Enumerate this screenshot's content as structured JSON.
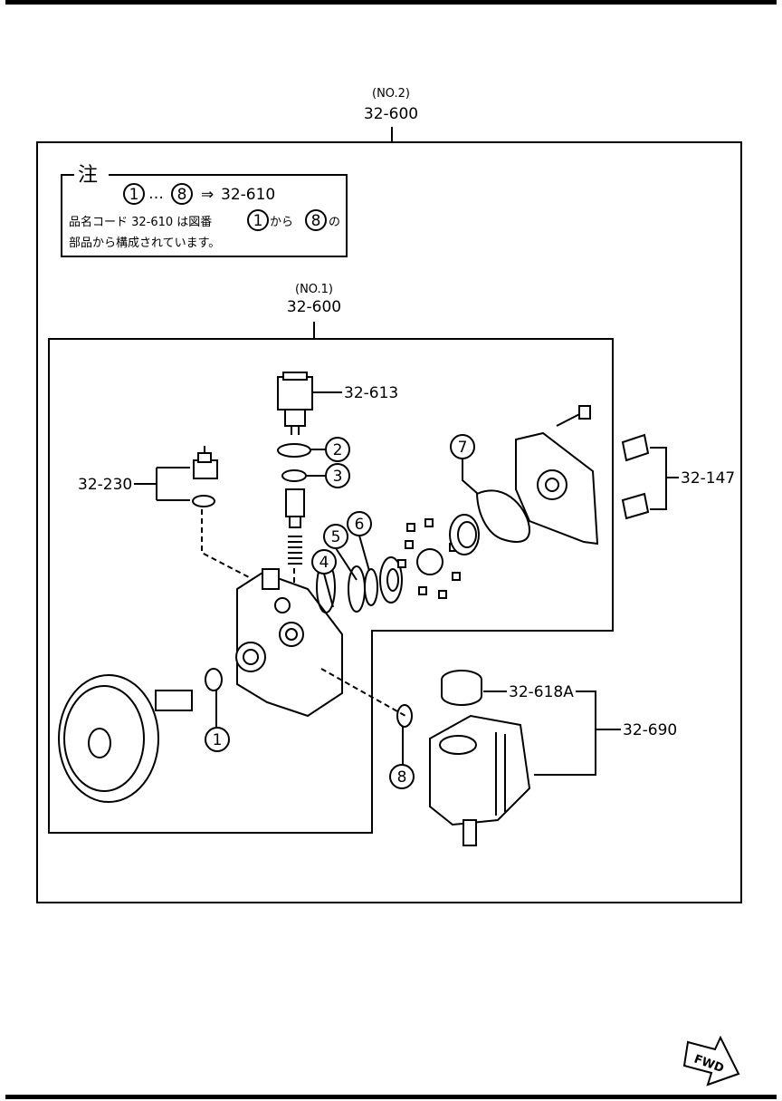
{
  "assembly_no2": {
    "tag": "(NO.2)",
    "part": "32-600"
  },
  "assembly_no1": {
    "tag": "(NO.1)",
    "part": "32-600"
  },
  "note": {
    "title": "注",
    "line1_from": "1",
    "line1_sep": "…",
    "line1_to": "8",
    "line1_arrow": "⇒",
    "line1_part": "32-610",
    "line2_a": "品名コード 32-610 は図番",
    "line2_n1": "1",
    "line2_b": "から",
    "line2_n2": "8",
    "line2_c": "の",
    "line3": "部品から構成されています。"
  },
  "parts": {
    "p32_613": "32-613",
    "p32_230": "32-230",
    "p32_147": "32-147",
    "p32_618A": "32-618A",
    "p32_690": "32-690"
  },
  "callouts": [
    "1",
    "2",
    "3",
    "4",
    "5",
    "6",
    "7",
    "8"
  ],
  "fwd": "FWD"
}
